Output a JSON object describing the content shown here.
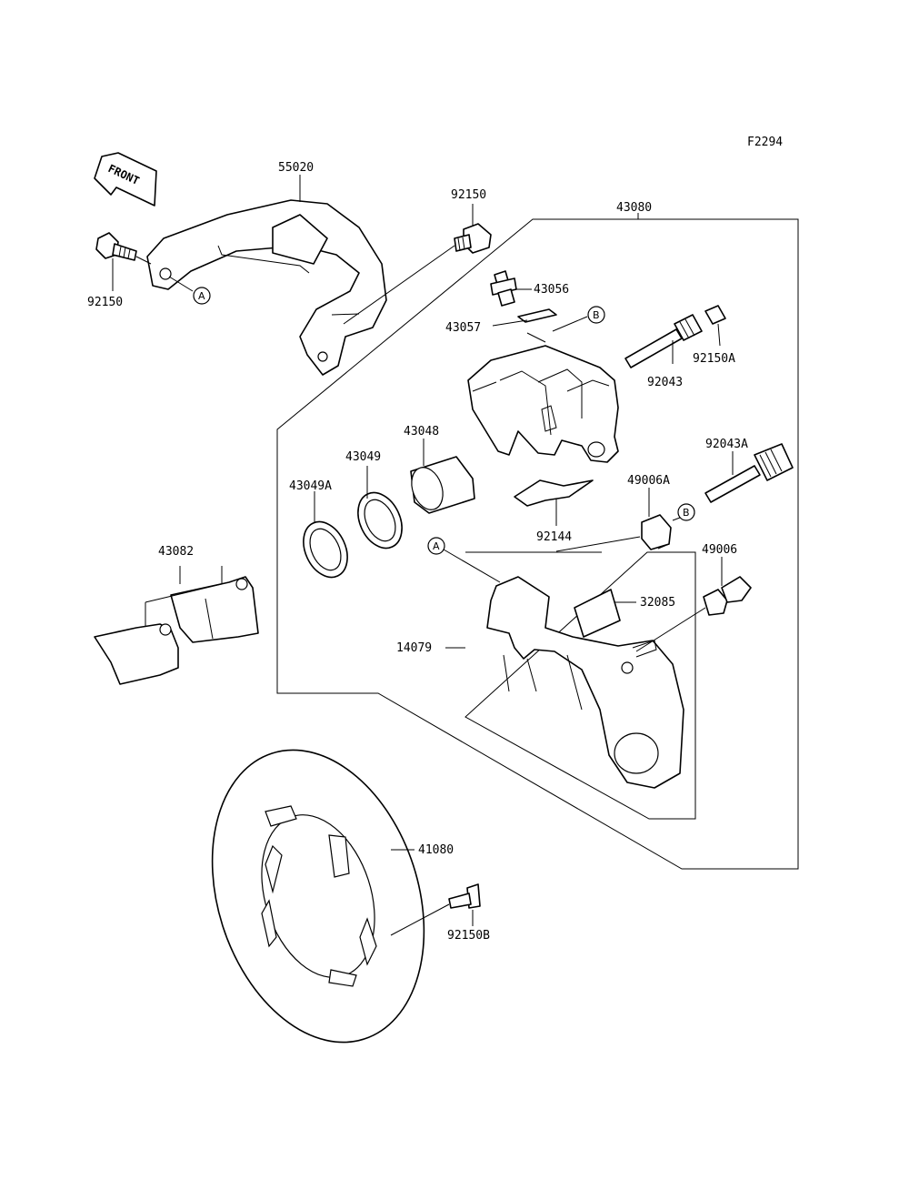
{
  "figure_code": "F2294",
  "front_label": "FRONT",
  "labels": {
    "p55020": "55020",
    "p92150_left": "92150",
    "p92150_top": "92150",
    "p43080": "43080",
    "p43056": "43056",
    "p43057": "43057",
    "p92043": "92043",
    "p92150A": "92150A",
    "p43048": "43048",
    "p43049": "43049",
    "p43049A": "43049A",
    "p92043A": "92043A",
    "p49006A": "49006A",
    "p92144": "92144",
    "p49006": "49006",
    "p32085": "32085",
    "p43082": "43082",
    "p14079": "14079",
    "p41080": "41080",
    "p92150B": "92150B"
  },
  "callouts": {
    "a_bracket": "A",
    "a_caliper": "A",
    "b_top": "B",
    "b_right": "B"
  }
}
